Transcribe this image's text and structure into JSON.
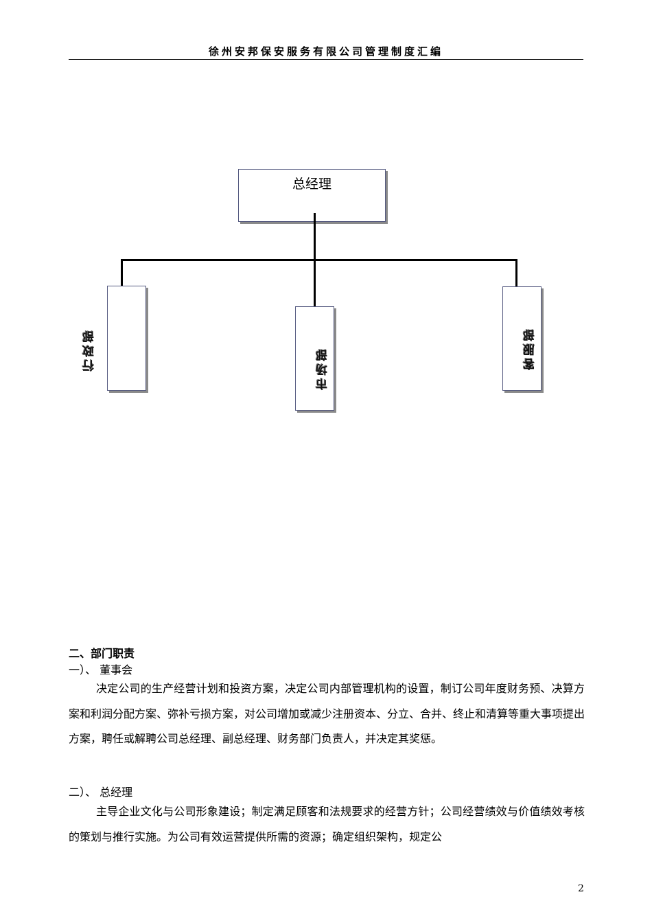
{
  "header": {
    "title": "徐州安邦保安服务有限公司管理制度汇编"
  },
  "org_chart": {
    "top": "总经理",
    "departments": [
      "行政部",
      "市场部",
      "客服部"
    ]
  },
  "section": {
    "heading": "二、部门职责",
    "items": [
      {
        "label": "一）、  董事会",
        "text": "决定公司的生产经营计划和投资方案，决定公司内部管理机构的设置，制订公司年度财务预、决算方案和利润分配方案、弥补亏损方案，对公司增加或减少注册资本、分立、合并、终止和清算等重大事项提出方案，聘任或解聘公司总经理、副总经理、财务部门负责人，并决定其奖惩。"
      },
      {
        "label": "二）、  总经理",
        "text": "主导企业文化与公司形象建设；制定满足顾客和法规要求的经营方针；公司经营绩效与价值绩效考核的策划与推行实施。为公司有效运营提供所需的资源；确定组织架构，规定公"
      }
    ]
  },
  "footer": {
    "page_number": "2"
  }
}
